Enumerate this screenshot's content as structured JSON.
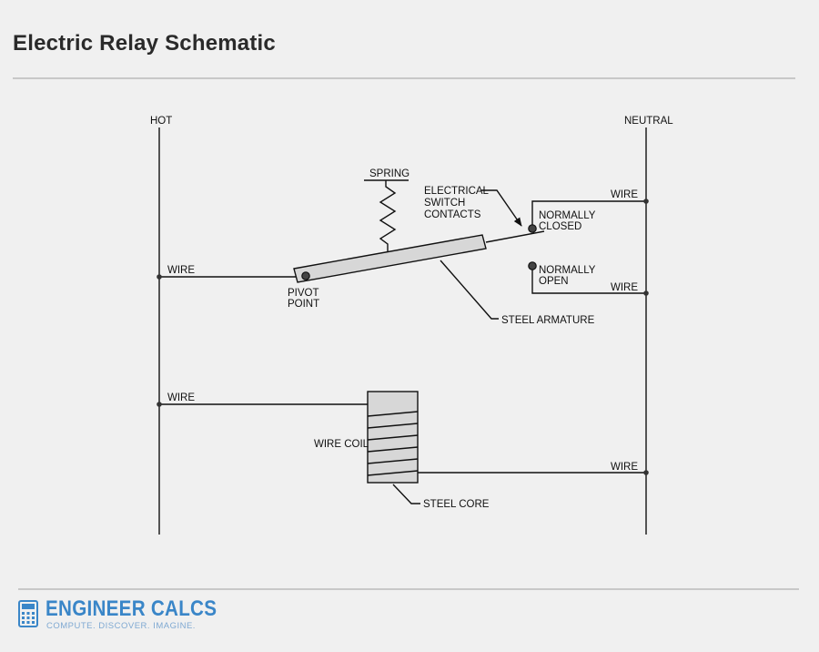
{
  "page": {
    "title": "Electric Relay Schematic"
  },
  "diagram": {
    "labels": {
      "hot": "HOT",
      "neutral": "NEUTRAL",
      "spring": "SPRING",
      "contacts_line1": "ELECTRICAL",
      "contacts_line2": "SWITCH",
      "contacts_line3": "CONTACTS",
      "nc_line1": "NORMALLY",
      "nc_line2": "CLOSED",
      "no_line1": "NORMALLY",
      "no_line2": "OPEN",
      "wire": "WIRE",
      "pivot_line1": "PIVOT",
      "pivot_line2": "POINT",
      "armature": "STEEL ARMATURE",
      "wire_coil": "WIRE COIL",
      "steel_core": "STEEL CORE"
    }
  },
  "footer": {
    "brand": "ENGINEER CALCS",
    "tagline": "COMPUTE. DISCOVER. IMAGINE.",
    "colors": {
      "brand": "#3a86c8",
      "tagline": "#7fa9d2"
    }
  }
}
